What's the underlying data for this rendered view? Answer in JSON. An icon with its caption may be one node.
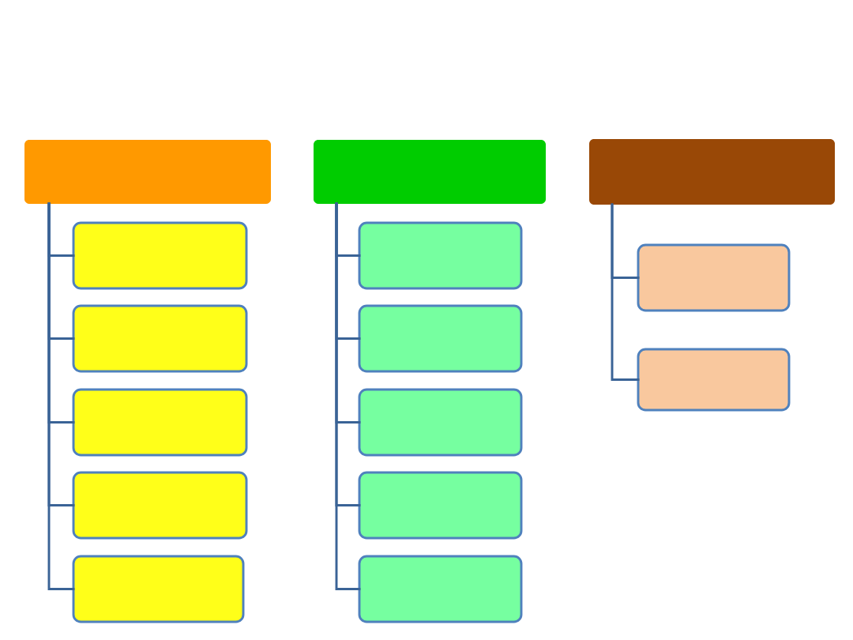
{
  "diagram": {
    "nodes": [
      {
        "text": [],
        "shape": "box"
      },
      {
        "text": [],
        "shape": "box"
      },
      {
        "text": [],
        "shape": "box"
      },
      {
        "text": [],
        "shape": "box"
      },
      {
        "text": [],
        "shape": "box"
      },
      {
        "text": [],
        "shape": "box"
      },
      {
        "text": [],
        "shape": "box"
      },
      {
        "text": [],
        "shape": "box"
      },
      {
        "text": [],
        "shape": "box"
      },
      {
        "text": [],
        "shape": "box"
      },
      {
        "text": [],
        "shape": "box"
      },
      {
        "text": [],
        "shape": "box"
      },
      {
        "text": [],
        "shape": "box"
      },
      {
        "text": [],
        "shape": "box"
      },
      {
        "text": [],
        "shape": "box"
      }
    ],
    "edges": [
      {
        "from": 0,
        "to": 1,
        "arrow": "none"
      },
      {
        "from": 0,
        "to": 2,
        "arrow": "none"
      },
      {
        "from": 0,
        "to": 3,
        "arrow": "none"
      },
      {
        "from": 0,
        "to": 4,
        "arrow": "none"
      },
      {
        "from": 0,
        "to": 5,
        "arrow": "none"
      },
      {
        "from": 6,
        "to": 7,
        "arrow": "none"
      },
      {
        "from": 6,
        "to": 8,
        "arrow": "none"
      },
      {
        "from": 6,
        "to": 9,
        "arrow": "none"
      },
      {
        "from": 6,
        "to": 10,
        "arrow": "none"
      },
      {
        "from": 6,
        "to": 11,
        "arrow": "none"
      },
      {
        "from": 12,
        "to": 13,
        "arrow": "none"
      },
      {
        "from": 12,
        "to": 14,
        "arrow": "none"
      }
    ]
  }
}
